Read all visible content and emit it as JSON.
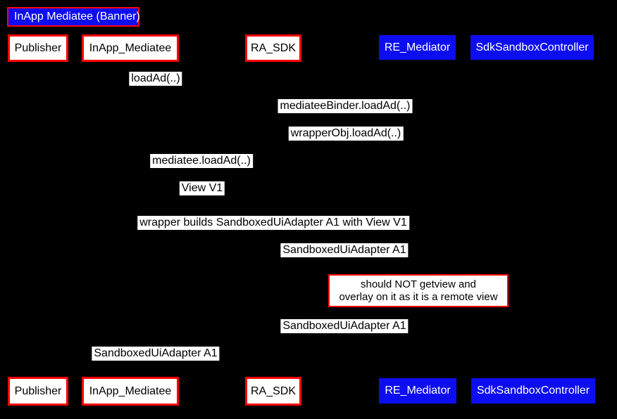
{
  "diagram": {
    "title": "InApp Mediatee (Banner)"
  },
  "colors": {
    "background": "#000000",
    "accent_red": "#ff0000",
    "accent_blue": "#0d0df2",
    "label_background": "#ffffff",
    "label_text": "#000000",
    "title_text": "#ffffff"
  },
  "actors": [
    {
      "label": "Publisher",
      "style": "red-outline"
    },
    {
      "label": "InApp_Mediatee",
      "style": "red-outline"
    },
    {
      "label": "RA_SDK",
      "style": "red-outline"
    },
    {
      "label": "RE_Mediator",
      "style": "blue-solid"
    },
    {
      "label": "SdkSandboxController",
      "style": "blue-solid"
    }
  ],
  "messages": [
    {
      "text": "loadAd(..)"
    },
    {
      "text": "mediateeBinder.loadAd(..)"
    },
    {
      "text": "wrapperObj.loadAd(..)"
    },
    {
      "text": "mediatee.loadAd(..)"
    },
    {
      "text": "View V1"
    },
    {
      "text": "wrapper builds SandboxedUiAdapter A1 with View V1"
    },
    {
      "text": "SandboxedUiAdapter A1"
    },
    {
      "text": "SandboxedUiAdapter A1"
    },
    {
      "text": "SandboxedUiAdapter A1"
    }
  ],
  "note": {
    "line1": "should NOT getview and",
    "line2": "overlay on it as it is a remote view"
  }
}
